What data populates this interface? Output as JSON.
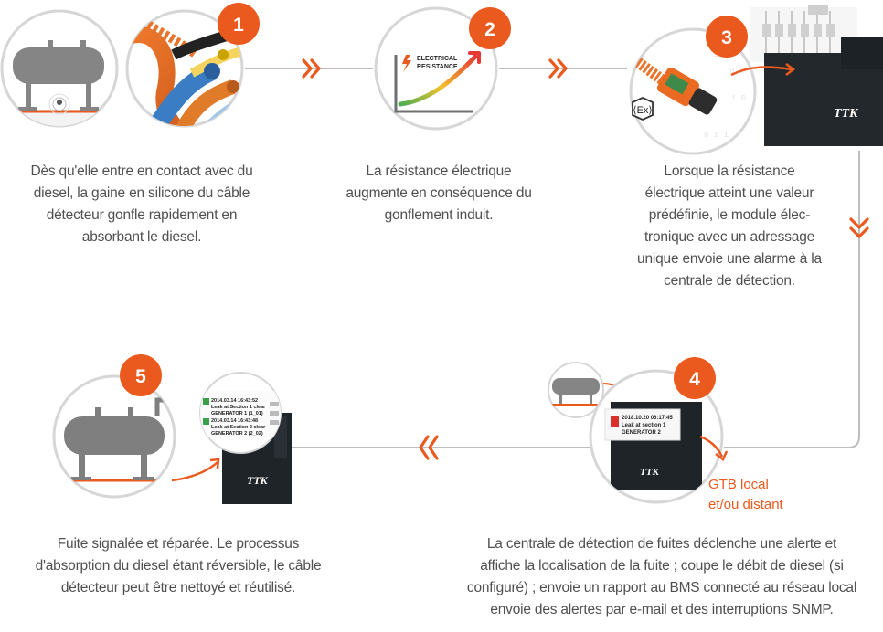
{
  "colors": {
    "accent": "#ea5a1e",
    "connector": "#bdbdbd",
    "circle_border": "#d6d6d6",
    "tank_gray": "#7f7f7f",
    "panel_dark": "#1f2428"
  },
  "steps": [
    {
      "number": "1",
      "caption": "Dès qu'elle entre en contact avec du\ndiesel, la gaine en silicone du câble\ndétecteur gonfle rapidement en\nabsorbant le diesel."
    },
    {
      "number": "2",
      "caption": "La résistance électrique\naugmente en conséquence du\ngonflement induit."
    },
    {
      "number": "3",
      "caption": "Lorsque la résistance\nélectrique atteint une valeur\nprédéfinie, le module élec-\ntronique avec un adressage\nunique envoie une alarme à la\ncentrale de détection."
    },
    {
      "number": "4",
      "caption": "La centrale de détection de fuites déclenche une alerte et\naffiche la localisation de la fuite ; coupe le débit de diesel (si\nconfiguré) ; envoie un rapport au BMS connecté au réseau local\nenvoie des alertes par e-mail et des interruptions SNMP."
    },
    {
      "number": "5",
      "caption": "Fuite signalée et réparée. Le processus\nd'absorption du diesel étant réversible, le câble\ndétecteur peut être nettoyé et réutilisé."
    }
  ],
  "chart_label": "ELECTRICAL\nRESISTANCE",
  "chart_label_lines": [
    "ELECTRICAL",
    "RESISTANCE"
  ],
  "ex_mark": "⟨Ex⟩",
  "gtb_label": "GTB local\net/ou distant",
  "brand_logo": "TTK",
  "screen4": {
    "line1": "2018.10.20 06:17:45",
    "line2": "Leak at section 1",
    "line3": "GENERATOR 2"
  },
  "screen5": {
    "line1": "2014.03.14 16:43:52",
    "line2": "Leak at Section 1  clear",
    "line3": "GENERATOR 1 (1_01)",
    "line4": "2014.03.14 16:43:48",
    "line5": "Leak at Section 2  clear",
    "line6": "GENERATOR 2 (2_02)"
  }
}
